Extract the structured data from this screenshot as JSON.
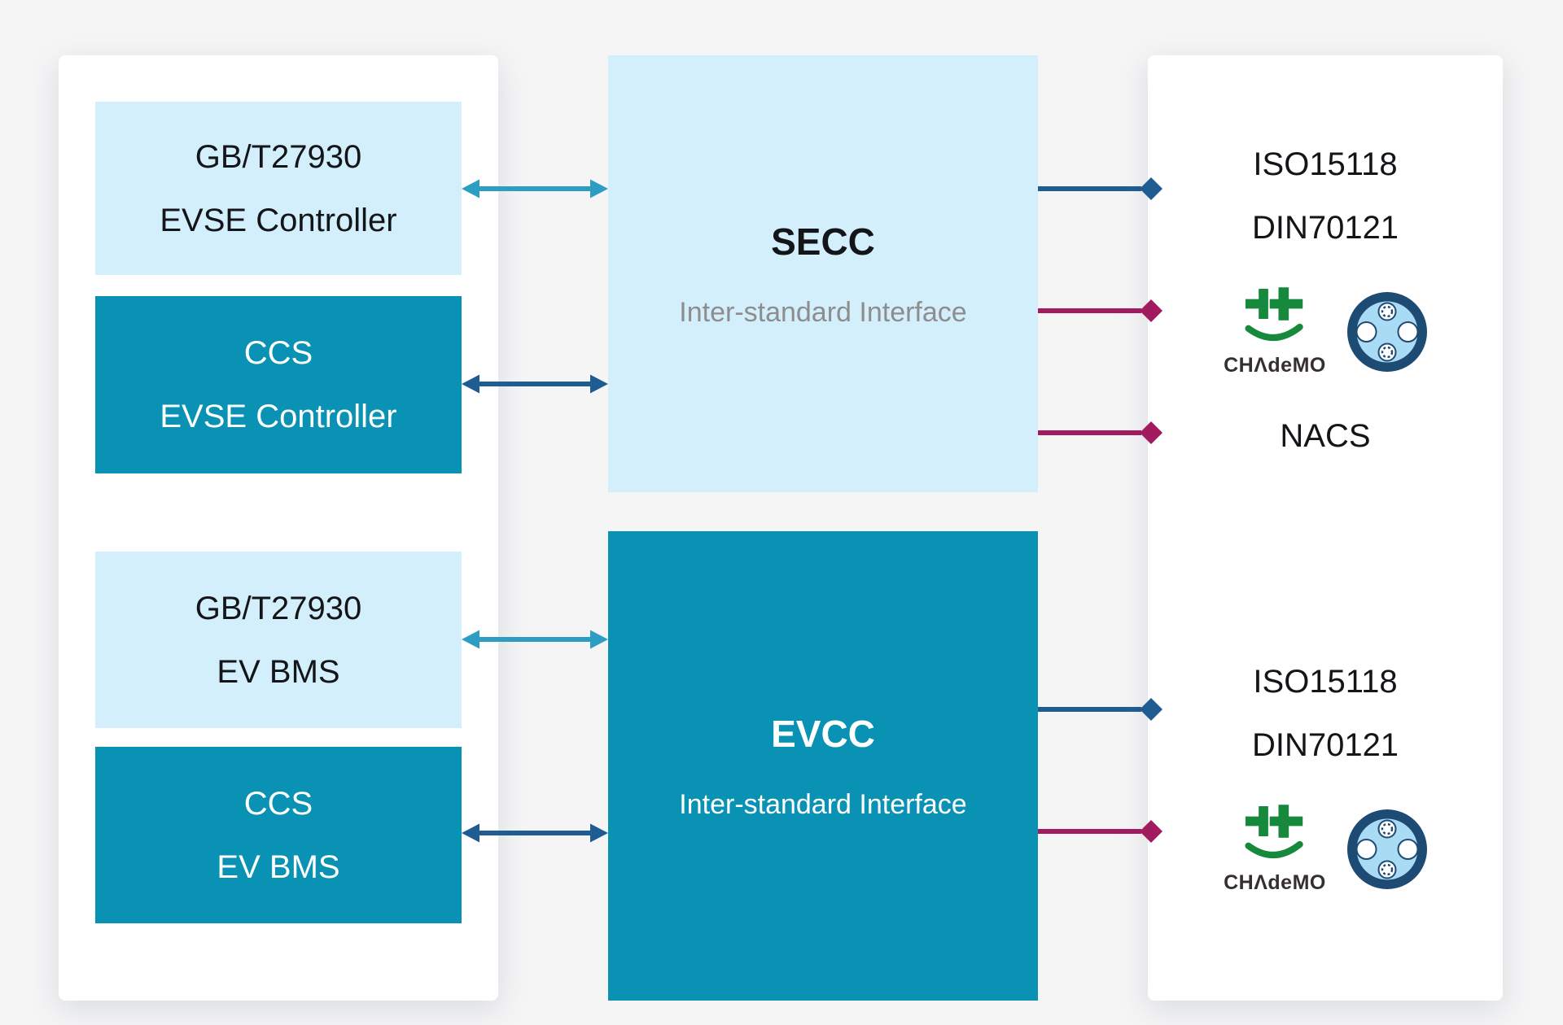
{
  "colors": {
    "background": "#F5F5F6",
    "panel": "#FFFFFF",
    "light_blue_box": "#D3EFFC",
    "teal_box": "#0A92B4",
    "teal_arrow": "#2E9DC4",
    "navy_arrow": "#1E5C92",
    "magenta_arrow": "#A11B5E",
    "chademo_green": "#17893D",
    "chademo_wordmark": "#362F31",
    "connector_ring": "#1D4B74",
    "connector_face": "#A9DBF5",
    "text_dark": "#131518",
    "subtitle_gray": "#8D8D8D"
  },
  "left_panel": {
    "boxes": [
      {
        "line1": "GB/T27930",
        "line2": "EVSE Controller"
      },
      {
        "line1": "CCS",
        "line2": "EVSE Controller"
      },
      {
        "line1": "GB/T27930",
        "line2": "EV BMS"
      },
      {
        "line1": "CCS",
        "line2": "EV BMS"
      }
    ]
  },
  "middle": {
    "secc": {
      "title": "SECC",
      "subtitle": "Inter-standard Interface"
    },
    "evcc": {
      "title": "EVCC",
      "subtitle": "Inter-standard Interface"
    }
  },
  "right_panel": {
    "top_group": {
      "standards": [
        "ISO15118",
        "DIN70121"
      ],
      "chademo_label": "CHΛdeMO",
      "nacs_label": "NACS"
    },
    "bottom_group": {
      "standards": [
        "ISO15118",
        "DIN70121"
      ],
      "chademo_label": "CHΛdeMO"
    }
  }
}
